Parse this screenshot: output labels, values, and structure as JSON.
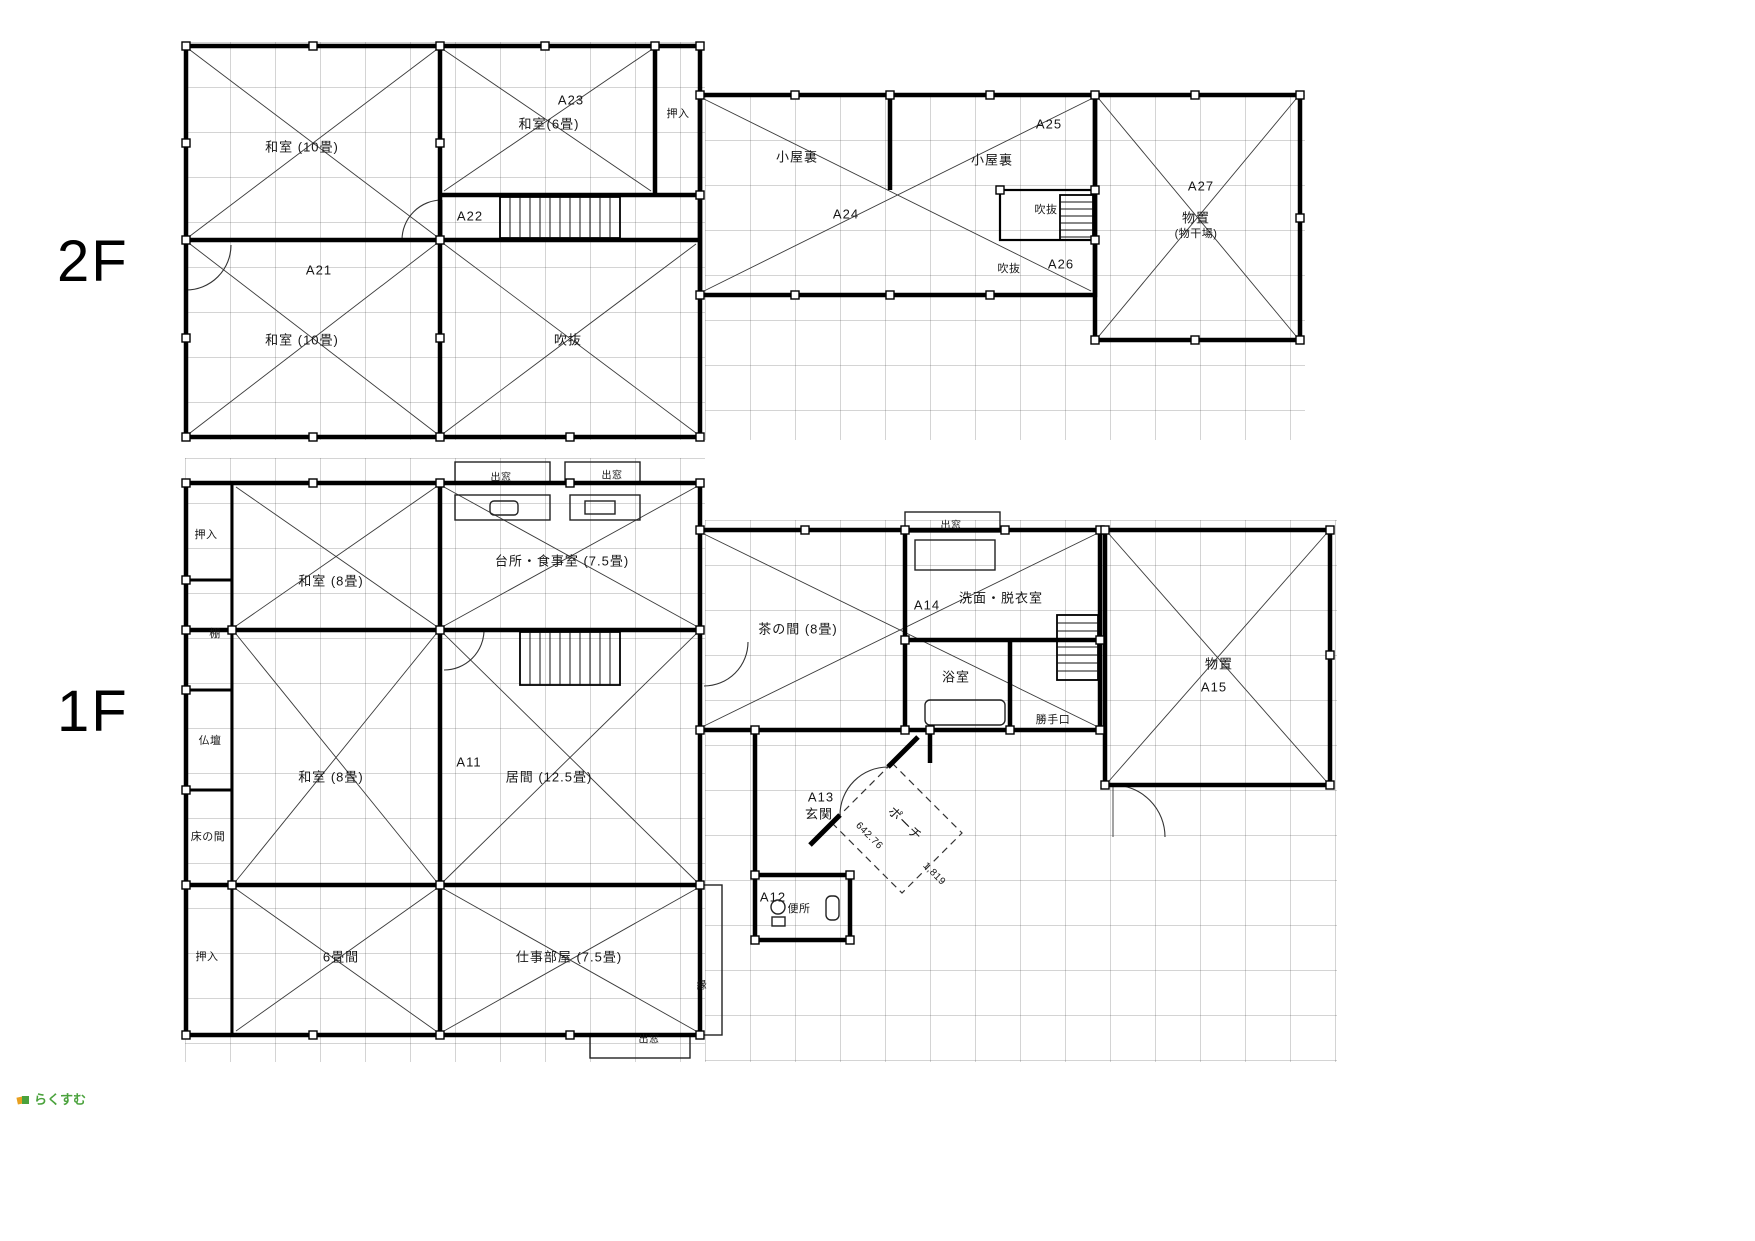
{
  "page": {
    "watermark_text": "らくすむ",
    "watermark_color": "#4aa23c"
  },
  "floors": {
    "f2": {
      "title": "2F",
      "rooms": {
        "washitsu10_top": "和室 (10畳)",
        "a23": "A23",
        "washitsu6": "和室(6畳)",
        "oshiire": "押入",
        "a22": "A22",
        "a21": "A21",
        "washitsu10_bottom": "和室 (10畳)",
        "fukinuke": "吹抜",
        "koyaura_left": "小屋裏",
        "koyaura_right": "小屋裏",
        "a24": "A24",
        "a25": "A25",
        "fukinuke_small1": "吹抜",
        "a26": "A26",
        "fukinuke_small2": "吹抜",
        "a27": "A27",
        "monooki": "物置",
        "monohoshiba": "(物干場)"
      }
    },
    "f1": {
      "title": "1F",
      "rooms": {
        "oshiire_top": "押入",
        "washitsu8_top": "和室 (8畳)",
        "demado_1": "出窓",
        "demado_2": "出窓",
        "daidokoro": "台所・食事室 (7.5畳)",
        "tana": "棚",
        "butsudan": "仏壇",
        "tokonoma": "床の間",
        "washitsu8_mid": "和室 (8畳)",
        "a11": "A11",
        "ima": "居間 (12.5畳)",
        "chanoma": "茶の間 (8畳)",
        "a14": "A14",
        "demado_3": "出窓",
        "senmen": "洗面・脱衣室",
        "yokushitsu": "浴室",
        "katteguchi": "勝手口",
        "monooki": "物置",
        "a15": "A15",
        "a13": "A13",
        "genkan": "玄関",
        "porch": "ポーチ",
        "dim_porch": "642.76",
        "dim_entry": "1,819",
        "a12": "A12",
        "benjo": "便所",
        "rokujoma": "6畳間",
        "shigotobeya": "仕事部屋 (7.5畳)",
        "oshiire_bottom": "押入",
        "demado_4": "出窓",
        "en": "縁"
      }
    }
  }
}
